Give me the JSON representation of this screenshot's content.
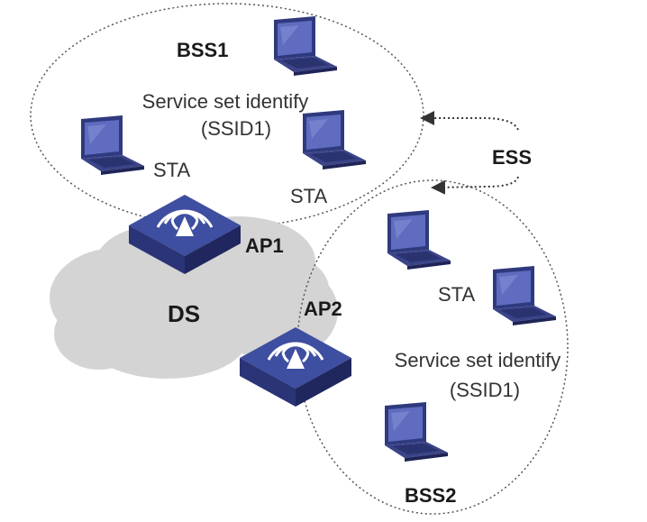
{
  "labels": {
    "bss1": "BSS1",
    "bss2": "BSS2",
    "ess": "ESS",
    "ap1": "AP1",
    "ap2": "AP2",
    "ds": "DS",
    "ssid1_bss1_line1": "Service set identify",
    "ssid1_bss1_line2": "(SSID1)",
    "ssid1_bss2_line1": "Service set identify",
    "ssid1_bss2_line2": "(SSID1)",
    "sta_bss1_left": "STA",
    "sta_bss1_right": "STA",
    "sta_bss2": "STA"
  },
  "icons": {
    "laptop": "laptop-icon",
    "access_point": "access-point-icon",
    "cloud": "cloud-shape"
  },
  "colors": {
    "ap_top": "#3e4ea0",
    "ap_side": "#262f6b",
    "laptop_screen": "#5f6cc0",
    "laptop_frame": "#2f3a7e",
    "cloud": "#d4d4d4",
    "boundary": "#555555"
  }
}
